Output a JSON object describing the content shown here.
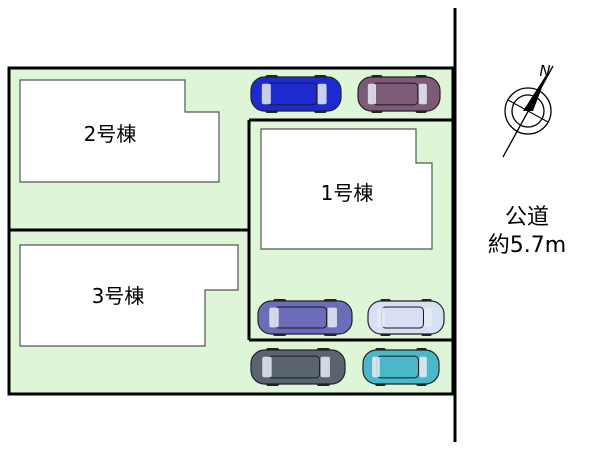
{
  "buildings": {
    "b1": {
      "label": "1号棟"
    },
    "b2": {
      "label": "2号棟"
    },
    "b3": {
      "label": "3号棟"
    }
  },
  "road": {
    "name": "公道",
    "width": "約5.7m"
  },
  "compass": {
    "north_label": "N"
  },
  "colors": {
    "lot_fill": "#dff5d8",
    "boundary": "#000000",
    "building_fill": "#ffffff",
    "building_stroke": "#555555"
  },
  "cars": [
    {
      "name": "car-blue",
      "color": "#1c2ad0"
    },
    {
      "name": "car-mauve",
      "color": "#7d5a78"
    },
    {
      "name": "car-purple",
      "color": "#6c6cb8"
    },
    {
      "name": "car-lavender",
      "color": "#d8dff5"
    },
    {
      "name": "car-gray",
      "color": "#5a6470"
    },
    {
      "name": "car-teal",
      "color": "#4ab8c8"
    }
  ]
}
